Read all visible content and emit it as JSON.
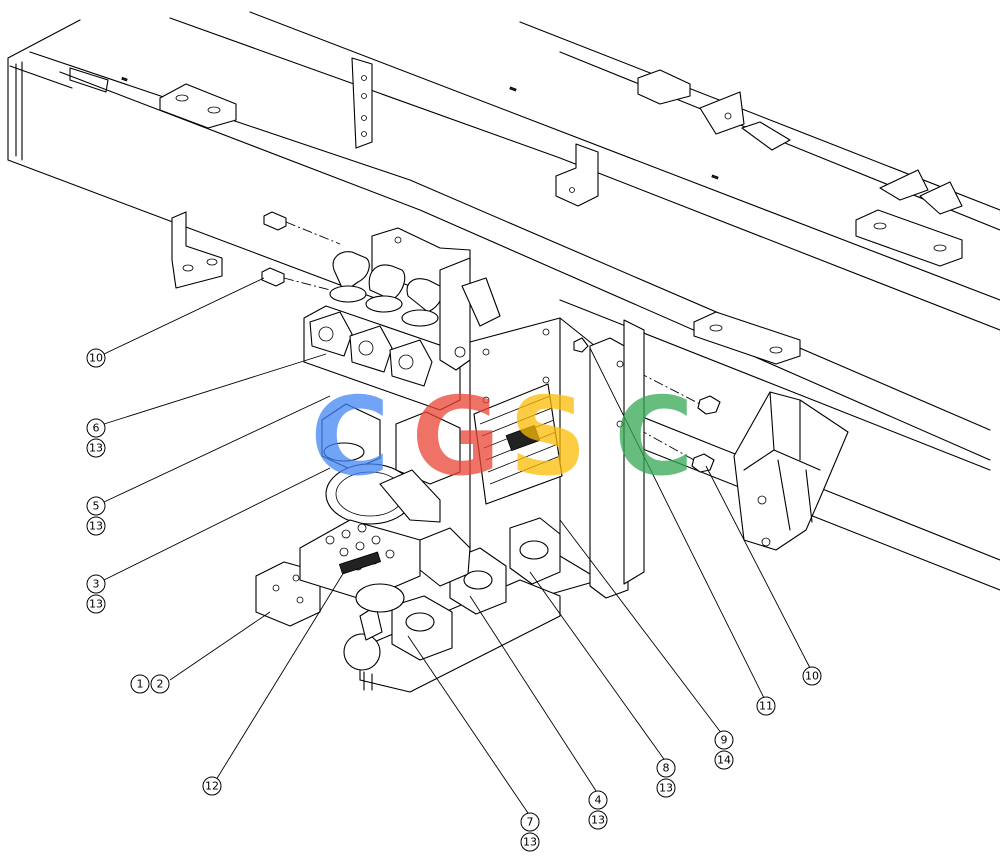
{
  "diagram": {
    "callouts": [
      {
        "id": "c10a",
        "label": "10"
      },
      {
        "id": "c6",
        "label": "6"
      },
      {
        "id": "c13a",
        "label": "13"
      },
      {
        "id": "c5",
        "label": "5"
      },
      {
        "id": "c13b",
        "label": "13"
      },
      {
        "id": "c3",
        "label": "3"
      },
      {
        "id": "c13c",
        "label": "13"
      },
      {
        "id": "c1",
        "label": "1"
      },
      {
        "id": "c2",
        "label": "2"
      },
      {
        "id": "c12",
        "label": "12"
      },
      {
        "id": "c7",
        "label": "7"
      },
      {
        "id": "c13d",
        "label": "13"
      },
      {
        "id": "c4",
        "label": "4"
      },
      {
        "id": "c13e",
        "label": "13"
      },
      {
        "id": "c8",
        "label": "8"
      },
      {
        "id": "c13f",
        "label": "13"
      },
      {
        "id": "c9",
        "label": "9"
      },
      {
        "id": "c14",
        "label": "14"
      },
      {
        "id": "c11",
        "label": "11"
      },
      {
        "id": "c10b",
        "label": "10"
      }
    ]
  },
  "watermark": {
    "letters": [
      "C",
      "G",
      "S",
      "C"
    ],
    "colors": [
      "#4285F4",
      "#EA4335",
      "#FBBC05",
      "#34A853"
    ]
  }
}
